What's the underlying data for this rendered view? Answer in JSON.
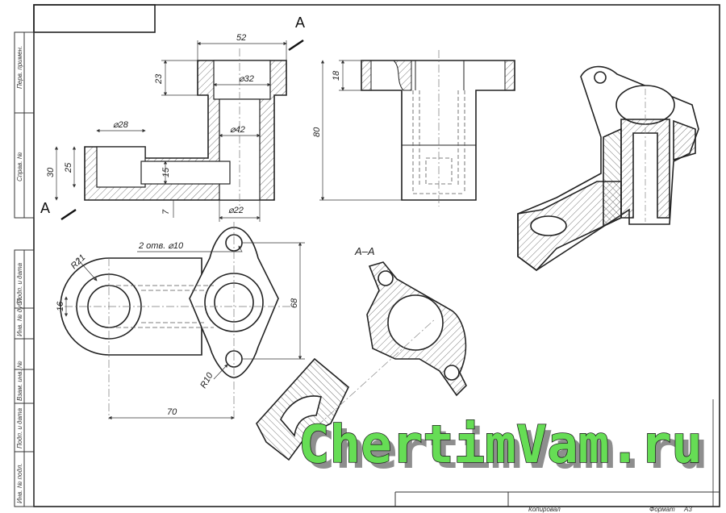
{
  "drawing": {
    "section_letter": "A",
    "section_title": "A–A",
    "dimensions": {
      "width_top": "52",
      "height_flange": "23",
      "bore_top": "⌀32",
      "boss_diameter": "⌀28",
      "bore_mid": "⌀42",
      "height_30": "30",
      "height_25": "25",
      "slot_15": "15",
      "depth_7": "7",
      "bore_bottom": "⌀22",
      "side_18": "18",
      "side_80": "80",
      "radius_21": "R21",
      "holes_note": "2 отв. ⌀10",
      "dim_16": "16",
      "dim_68": "68",
      "radius_10": "R10",
      "dim_70": "70"
    },
    "left_margin_labels": [
      "Перв. примен.",
      "Справ. №",
      "Подп. и дата",
      "Инв. № дубл.",
      "Взам. инв. №",
      "Подп. и дата",
      "Инв. № подл."
    ],
    "title_block": {
      "copied_label": "Копировал",
      "format_label": "Формат",
      "format_value": "А3"
    }
  },
  "watermark_text": "ChertimVam.ru"
}
